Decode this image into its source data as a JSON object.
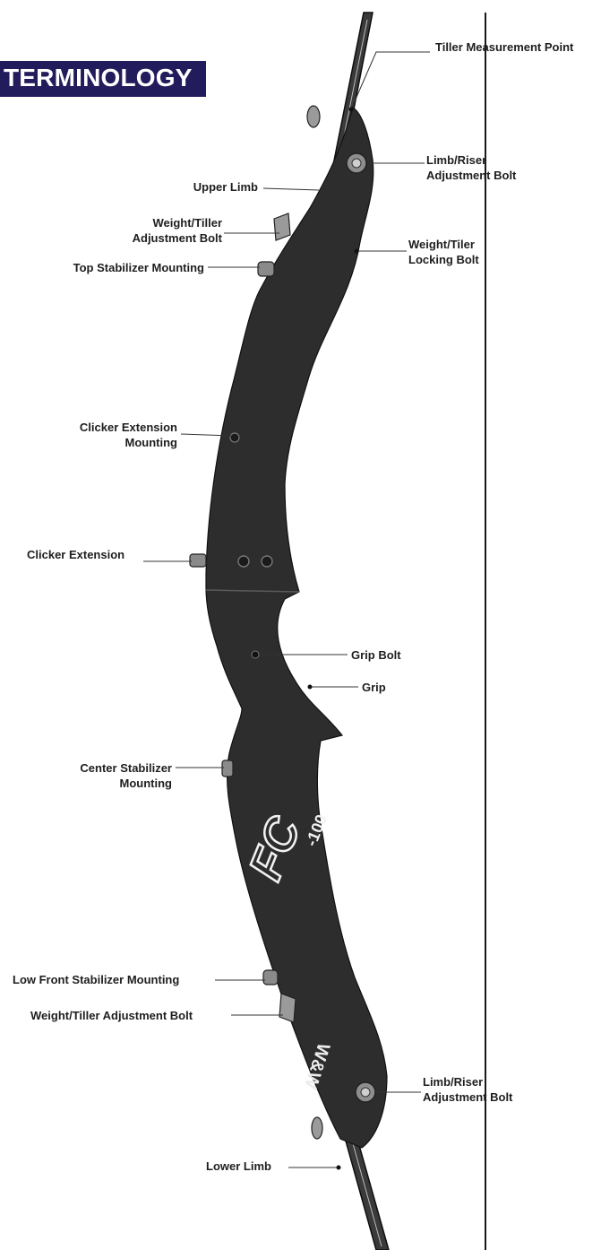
{
  "header": {
    "title": "TERMINOLOGY",
    "band_color": "#231c5c"
  },
  "bow": {
    "brand_mark": "FC",
    "model_mark": "-100",
    "maker_mark": "W&W"
  },
  "labels": {
    "tiller_measurement_point": "Tiller Measurement Point",
    "limb_riser_adjustment_bolt_top": [
      "Limb/Riser",
      "Adjustment Bolt"
    ],
    "upper_limb": "Upper Limb",
    "weight_tiller_adjustment_bolt_top": [
      "Weight/Tiller",
      "Adjustment Bolt"
    ],
    "weight_tiller_locking_bolt": [
      "Weight/Tiler",
      "Locking Bolt"
    ],
    "top_stabilizer_mounting": "Top Stabilizer Mounting",
    "clicker_extension_mounting": [
      "Clicker Extension",
      "Mounting"
    ],
    "clicker_extension": "Clicker Extension",
    "grip_bolt": "Grip Bolt",
    "grip": "Grip",
    "center_stabilizer_mounting": [
      "Center Stabilizer",
      "Mounting"
    ],
    "low_front_stabilizer_mounting": "Low Front Stabilizer Mounting",
    "weight_tiller_adjustment_bolt_bottom": "Weight/Tiller Adjustment Bolt",
    "limb_riser_adjustment_bolt_bottom": [
      "Limb/Riser",
      "Adjustment Bolt"
    ],
    "lower_limb": "Lower Limb"
  },
  "colors": {
    "riser": "#2d2d2d",
    "text": "#1e1e1e",
    "leader": "#333333",
    "string": "#1a1a1a"
  }
}
